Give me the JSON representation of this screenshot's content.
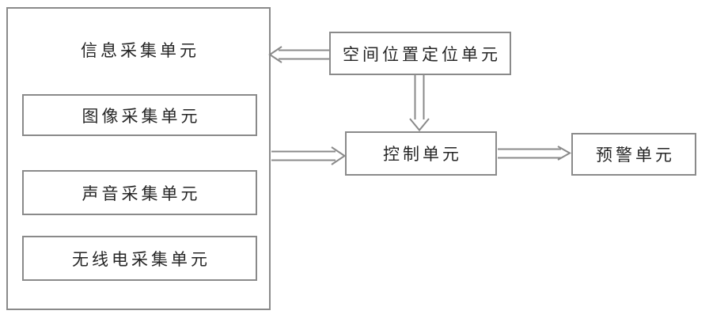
{
  "diagram": {
    "type": "block-diagram",
    "nodes": {
      "info_collection": {
        "label": "信息采集单元",
        "role": "container"
      },
      "image_collection": {
        "label": "图像采集单元",
        "parent": "info_collection"
      },
      "sound_collection": {
        "label": "声音采集单元",
        "parent": "info_collection"
      },
      "radio_collection": {
        "label": "无线电采集单元",
        "parent": "info_collection"
      },
      "spatial_positioning": {
        "label": "空间位置定位单元"
      },
      "control": {
        "label": "控制单元"
      },
      "early_warning": {
        "label": "预警单元"
      }
    },
    "edges": [
      {
        "from": "spatial_positioning",
        "to": "info_collection",
        "direction": "left",
        "style": "hollow-double-line-open-arrow"
      },
      {
        "from": "spatial_positioning",
        "to": "control",
        "direction": "down",
        "style": "hollow-double-line-open-arrow"
      },
      {
        "from": "info_collection",
        "to": "control",
        "direction": "right",
        "style": "hollow-double-line-open-arrow"
      },
      {
        "from": "control",
        "to": "early_warning",
        "direction": "right",
        "style": "hollow-double-line-open-arrow"
      }
    ],
    "colors": {
      "line": "#8a8a8a",
      "text": "#262626",
      "background": "#ffffff"
    }
  }
}
